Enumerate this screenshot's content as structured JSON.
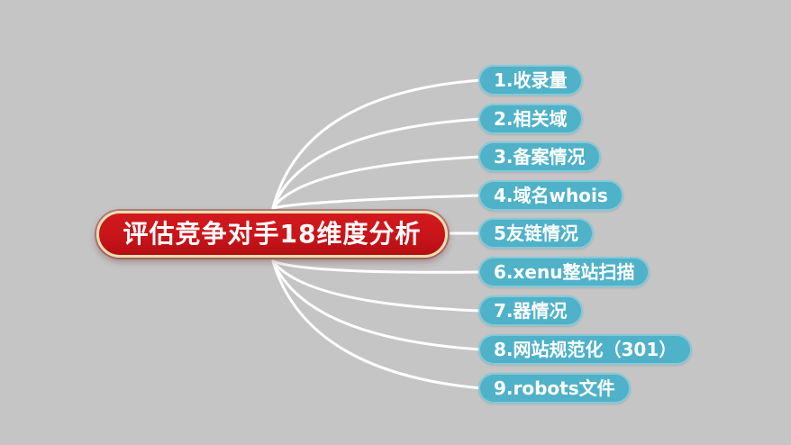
{
  "diagram": {
    "type": "mindmap",
    "background_color": "#c5c5c5",
    "connector_color": "#ffffff",
    "root": {
      "label": "评估竞争对手18维度分析",
      "fill_color": "#c8151a",
      "border_color": "#eadfad",
      "text_color": "#ffffff"
    },
    "branch_style": {
      "fill_color": "#4fb2c8",
      "text_color": "#ffffff"
    },
    "branches": [
      {
        "label": "1.收录量"
      },
      {
        "label": "2.相关域"
      },
      {
        "label": "3.备案情况"
      },
      {
        "label": "4.域名whois"
      },
      {
        "label": "5友链情况"
      },
      {
        "label": "6.xenu整站扫描"
      },
      {
        "label": "7.器情况"
      },
      {
        "label": "8.网站规范化（301）"
      },
      {
        "label": "9.robots文件"
      }
    ]
  }
}
